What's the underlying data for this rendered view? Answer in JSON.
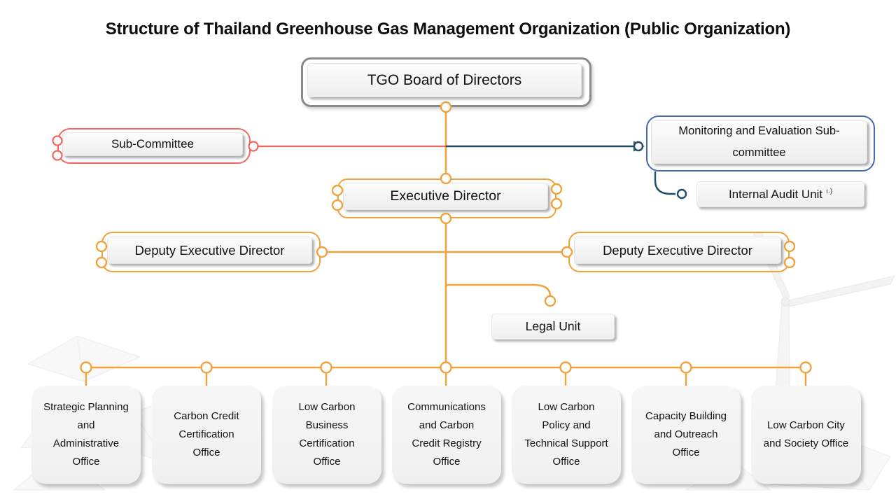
{
  "title": "Structure of Thailand Greenhouse Gas Management Organization (Public Organization)",
  "colors": {
    "orange_accent": "#F0A23C",
    "red_accent": "#F4655D",
    "dark_blue_line": "#1E4E66",
    "blue_box_border": "#4169B2",
    "gray_box_border": "#8A8A8A",
    "node_fill": "#F2F2F2"
  },
  "nodes": {
    "board": {
      "label": "TGO Board of Directors"
    },
    "sub_committee": {
      "label": "Sub-Committee"
    },
    "monitoring_sub_committee": {
      "label": "Monitoring and Evaluation Sub-committee"
    },
    "internal_audit": {
      "label": "Internal Audit Unit",
      "suffix": "ı.)"
    },
    "executive_director": {
      "label": "Executive Director"
    },
    "deputy_left": {
      "label": "Deputy Executive Director"
    },
    "deputy_right": {
      "label": "Deputy Executive Director"
    },
    "legal_unit": {
      "label": "Legal Unit"
    },
    "offices": [
      {
        "label": "Strategic Planning and Administrative Office"
      },
      {
        "label": "Carbon Credit Certification Office"
      },
      {
        "label": "Low Carbon Business Certification Office"
      },
      {
        "label": "Communications and Carbon Credit Registry Office"
      },
      {
        "label": "Low Carbon Policy and Technical Support Office"
      },
      {
        "label": "Capacity Building and Outreach Office"
      },
      {
        "label": "Low Carbon City and Society Office"
      }
    ]
  }
}
